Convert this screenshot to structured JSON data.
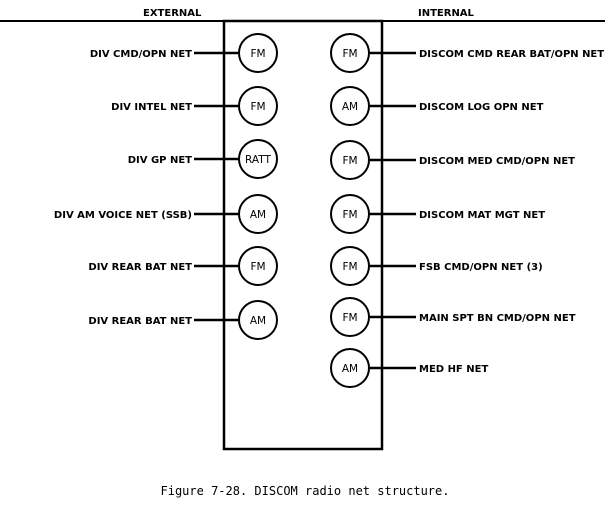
{
  "headers": {
    "external": "EXTERNAL",
    "internal": "INTERNAL"
  },
  "external_nets": [
    {
      "label": "DIV CMD/OPN NET",
      "radio": "FM"
    },
    {
      "label": "DIV INTEL NET",
      "radio": "FM"
    },
    {
      "label": "DIV GP NET",
      "radio": "RATT"
    },
    {
      "label": "DIV AM VOICE NET (SSB)",
      "radio": "AM"
    },
    {
      "label": "DIV REAR BAT NET",
      "radio": "FM"
    },
    {
      "label": "DIV REAR BAT NET",
      "radio": "AM"
    }
  ],
  "internal_nets": [
    {
      "label": "DISCOM CMD REAR BAT/OPN NET",
      "radio": "FM"
    },
    {
      "label": "DISCOM LOG OPN NET",
      "radio": "AM"
    },
    {
      "label": "DISCOM MED CMD/OPN NET",
      "radio": "FM"
    },
    {
      "label": "DISCOM MAT MGT NET",
      "radio": "FM"
    },
    {
      "label": "FSB CMD/OPN NET (3)",
      "radio": "FM"
    },
    {
      "label": "MAIN  SPT  BN CMD/OPN NET",
      "radio": "FM"
    },
    {
      "label": "MED HF NET",
      "radio": "AM"
    }
  ],
  "caption": "Figure 7-28. DISCOM radio net structure."
}
